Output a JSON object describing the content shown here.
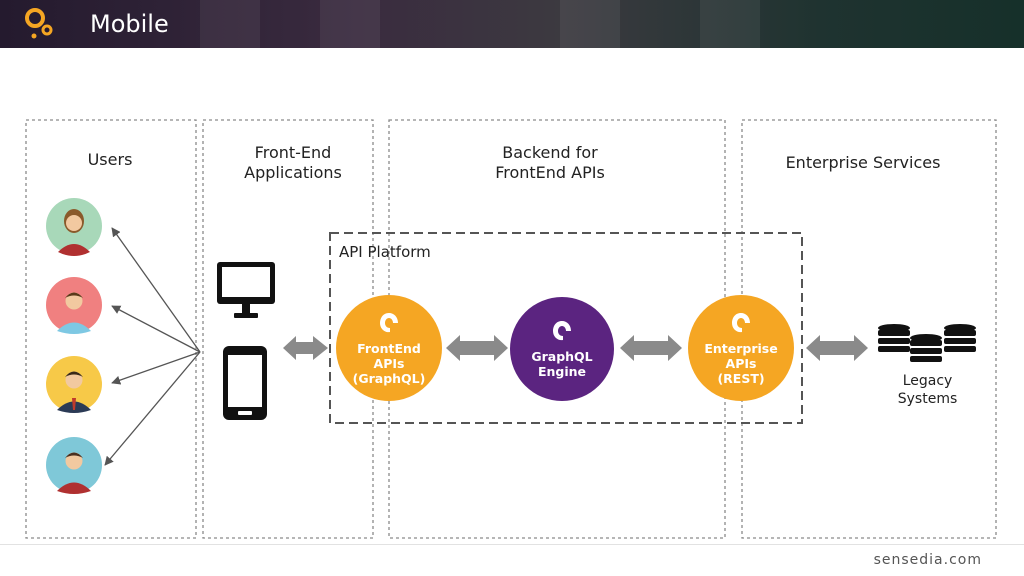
{
  "header": {
    "title": "Mobile"
  },
  "columns": {
    "users": "Users",
    "frontend": [
      "Front-End",
      "Applications"
    ],
    "backend": [
      "Backend for",
      "FrontEnd APIs"
    ],
    "enterprise": "Enterprise Services"
  },
  "platform": {
    "label": "API Platform"
  },
  "nodes": {
    "frontend_apis": [
      "FrontEnd",
      "APIs",
      "(GraphQL)"
    ],
    "graphql_engine": [
      "GraphQL",
      "Engine"
    ],
    "enterprise_apis": [
      "Enterprise",
      "APIs",
      "(REST)"
    ]
  },
  "legacy": [
    "Legacy",
    "Systems"
  ],
  "footer": {
    "brand": "sensedia.com"
  },
  "colors": {
    "orange": "#f5a623",
    "purple": "#5b2480",
    "arrow_gray": "#8a8a8a",
    "user_bg_1": "#a8d8b9",
    "user_bg_2": "#f08080",
    "user_bg_3": "#f7c948",
    "user_bg_4": "#7fc8d8"
  },
  "icons": [
    "female-user-icon",
    "male-user-icon",
    "businessman-user-icon",
    "user-icon",
    "desktop-monitor-icon",
    "smartphone-icon",
    "database-stack-icon",
    "brand-logo-icon"
  ]
}
